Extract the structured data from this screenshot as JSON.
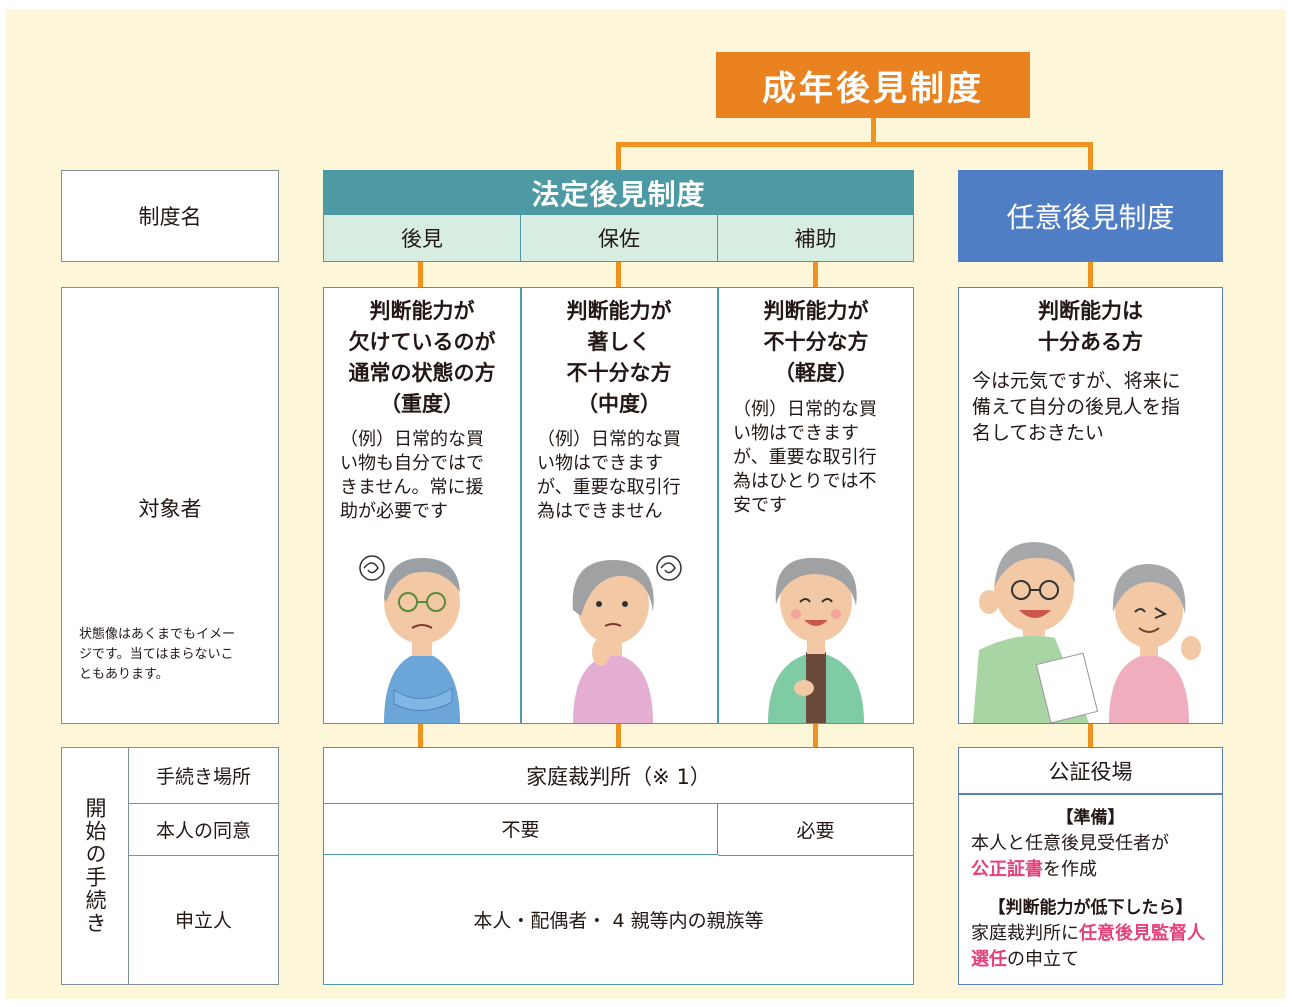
{
  "title": "成年後見制度",
  "rows": {
    "seido": "制度名",
    "taisho": "対象者",
    "taisho_note": "状態像はあくまでもイメー\nジです。当てはまらないこ\nともあります。",
    "kaishi": "開始の手続き",
    "basho": "手続き場所",
    "doui": "本人の同意",
    "moushitate": "申立人"
  },
  "hotei": {
    "title": "法定後見制度",
    "types": [
      "後見",
      "保佐",
      "補助"
    ],
    "targets": [
      {
        "heading": "判断能力が\n欠けているのが\n通常の状態の方\n（重度）",
        "example": "（例）日常的な買\nい物も自分ではで\nきません。常に援\n助が必要です"
      },
      {
        "heading": "判断能力が\n著しく\n不十分な方\n（中度）",
        "example": "（例）日常的な買\nい物はできます\nが、重要な取引行\n為はできません"
      },
      {
        "heading": "判断能力が\n不十分な方\n（軽度）",
        "example": "（例）日常的な買\nい物はできます\nが、重要な取引行\n為はひとりでは不\n安です"
      }
    ],
    "basho": "家庭裁判所（※ 1）",
    "doui_fuyou": "不要",
    "doui_hitsuyou": "必要",
    "moushitate": "本人・配偶者・ 4 親等内の親族等"
  },
  "nini": {
    "title": "任意後見制度",
    "heading": "判断能力は\n十分ある方",
    "desc": "今は元気ですが、将来に\n備えて自分の後見人を指\n名しておきたい",
    "basho": "公証役場",
    "junbi_label": "【準備】",
    "junbi_text_1": "本人と任意後見受任者が",
    "junbi_pink": "公正証書",
    "junbi_text_2": "を作成",
    "teika_label": "【判断能力が低下したら】",
    "teika_text_1": "家庭裁判所に",
    "teika_pink": "任意後見監督人選任",
    "teika_text_2": "の申立て"
  },
  "colors": {
    "orange": "#e9821f",
    "teal": "#4e9aa4",
    "blue": "#4f7ec4",
    "mint": "#d7ede2",
    "pink": "#e6417d",
    "cream": "#fdf6d8"
  }
}
